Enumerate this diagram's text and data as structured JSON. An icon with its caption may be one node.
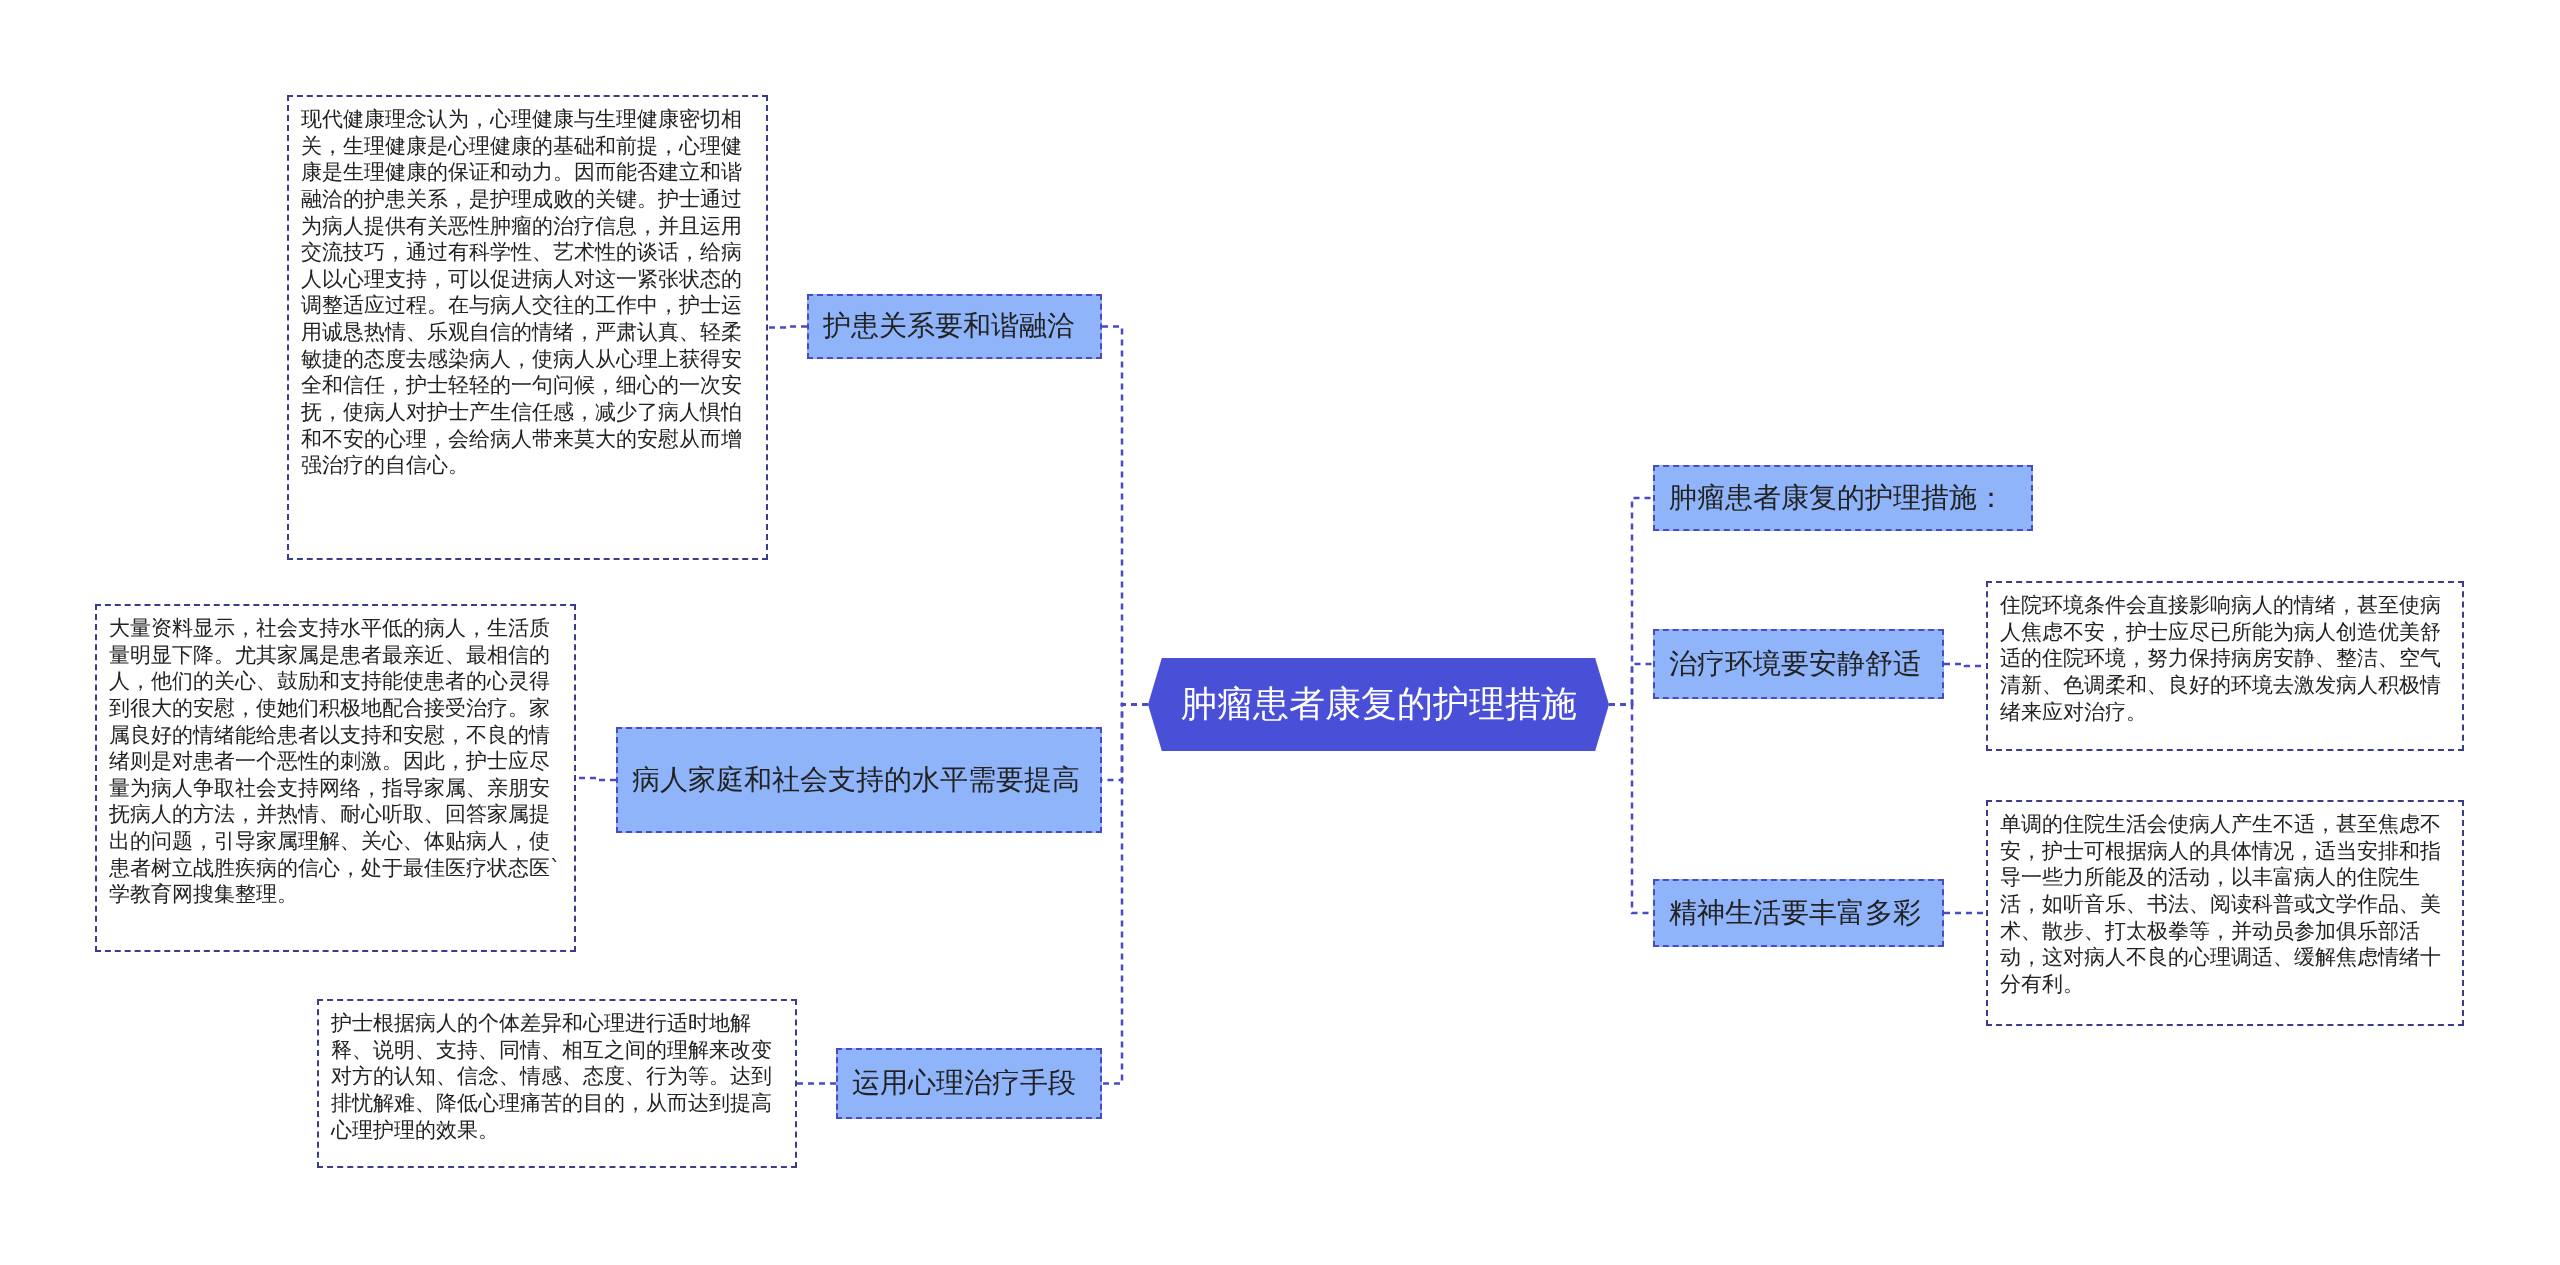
{
  "diagram": {
    "nodes": [
      {
        "text": [
          "肿瘤患者康复的护理措施"
        ]
      },
      {
        "text": [
          "护患关系要和谐融洽"
        ]
      },
      {
        "text": [
          "现代健康理念认为，心理健康与生理健康密切相关，生理健康是心理健康的基础和前提，心理健康是生理健康的保证和动力。因而能否建立和谐融洽的护患关系，是护理成败的关键。护士通过为病人提供有关恶性肿瘤的治疗信息，并且运用交流技巧，通过有科学性、艺术性的谈话，给病人以心理支持，可以促进病人对这一紧张状态的调整适应过程。在与病人交往的工作中，护士运用诚恳热情、乐观自信的情绪，严肃认真、轻柔敏捷的态度去感染病人，使病人从心理上获得安全和信任，护士轻轻的一句问候，细心的一次安抚，使病人对护士产生信任感，减少了病人惧怕和不安的心理，会给病人带来莫大的安慰从而增强治疗的自信心。"
        ]
      },
      {
        "text": [
          "病人家庭和社会支持的水平需要提高"
        ]
      },
      {
        "text": [
          "大量资料显示，社会支持水平低的病人，生活质量明显下降。尤其家属是患者最亲近、最相信的人，他们的关心、鼓励和支持能使患者的心灵得到很大的安慰，使她们积极地配合接受治疗。家属良好的情绪能给患者以支持和安慰，不良的情绪则是对患者一个恶性的刺激。因此，护士应尽量为病人争取社会支持网络，指导家属、亲朋安抚病人的方法，并热情、耐心听取、回答家属提出的问题，引导家属理解、关心、体贴病人，使患者树立战胜疾病的信心，处于最佳医疗状态医`学教育网搜集整理。"
        ]
      },
      {
        "text": [
          "运用心理治疗手段"
        ]
      },
      {
        "text": [
          "护士根据病人的个体差异和心理进行适时地解释、说明、支持、同情、相互之间的理解来改变对方的认知、信念、情感、态度、行为等。达到排忧解难、降低心理痛苦的目的，从而达到提高心理护理的效果。"
        ]
      },
      {
        "text": [
          "肿瘤患者康复的护理措施："
        ]
      },
      {
        "text": [
          "治疗环境要安静舒适"
        ]
      },
      {
        "text": [
          "住院环境条件会直接影响病人的情绪，甚至使病人焦虑不安，护士应尽已所能为病人创造优美舒适的住院环境，努力保持病房安静、整洁、空气清新、色调柔和、良好的环境去激发病人积极情绪来应对治疗。"
        ]
      },
      {
        "text": [
          "精神生活要丰富多彩"
        ]
      },
      {
        "text": [
          "单调的住院生活会使病人产生不适，甚至焦虑不安，护士可根据病人的具体情况，适当安排和指导一些力所能及的活动，以丰富病人的住院生活，如听音乐、书法、阅读科普或文学作品、美术、散步、打太极拳等，并动员参加俱乐部活动，这对病人不良的心理调适、缓解焦虑情绪十分有利。"
        ]
      }
    ],
    "edges": [
      {
        "from": 0,
        "to": 1,
        "arrow": "none"
      },
      {
        "from": 0,
        "to": 3,
        "arrow": "none"
      },
      {
        "from": 0,
        "to": 5,
        "arrow": "none"
      },
      {
        "from": 1,
        "to": 2,
        "arrow": "none"
      },
      {
        "from": 3,
        "to": 4,
        "arrow": "none"
      },
      {
        "from": 5,
        "to": 6,
        "arrow": "none"
      },
      {
        "from": 0,
        "to": 7,
        "arrow": "none"
      },
      {
        "from": 0,
        "to": 8,
        "arrow": "none"
      },
      {
        "from": 0,
        "to": 10,
        "arrow": "none"
      },
      {
        "from": 8,
        "to": 9,
        "arrow": "none"
      },
      {
        "from": 10,
        "to": 11,
        "arrow": "none"
      }
    ]
  }
}
